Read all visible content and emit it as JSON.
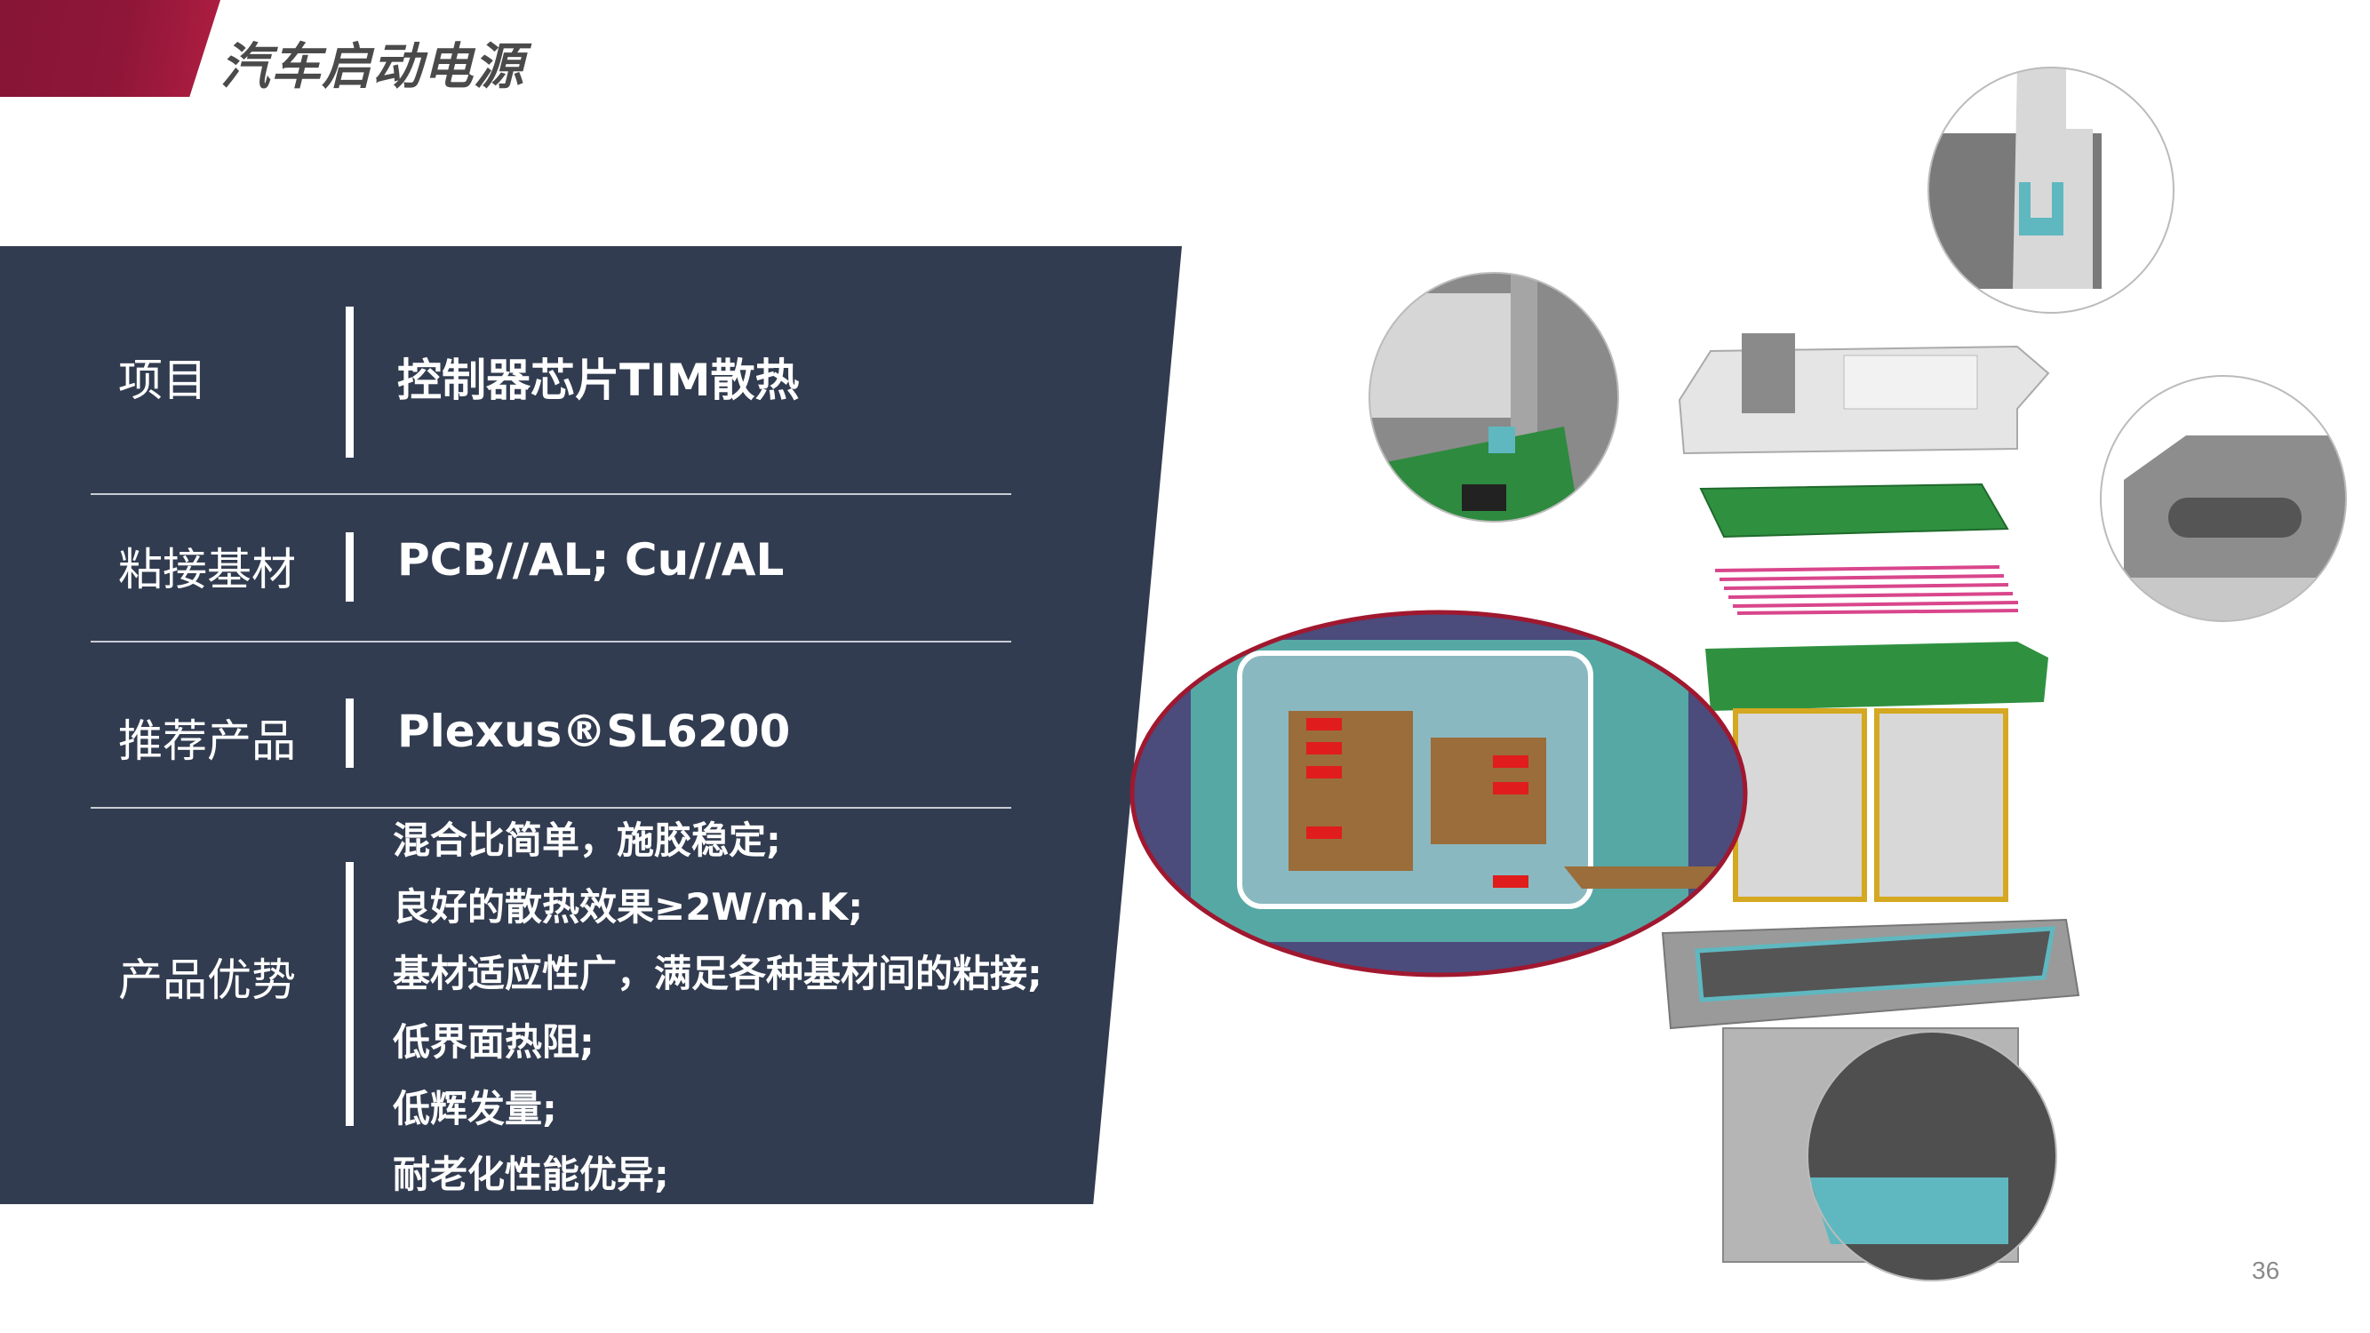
{
  "header": {
    "title": "汽车启动电源"
  },
  "rows": [
    {
      "label": "项目",
      "value": "控制器芯片TIM散热"
    },
    {
      "label": "粘接基材",
      "value": "PCB//AL; Cu//AL"
    },
    {
      "label": "推荐产品",
      "value": "Plexus®SL6200"
    },
    {
      "label": "产品优势",
      "items": [
        "混合比简单，施胶稳定;",
        "良好的散热效果≥2W/m.K;",
        "基材适应性广，满足各种基材间的粘接;",
        "低界面热阻;",
        "低辉发量;",
        "耐老化性能优异;"
      ]
    }
  ],
  "page_number": "36",
  "colors": {
    "accent": "#8f1638",
    "panel": "#323c50",
    "tim": "#5fb8c0"
  }
}
